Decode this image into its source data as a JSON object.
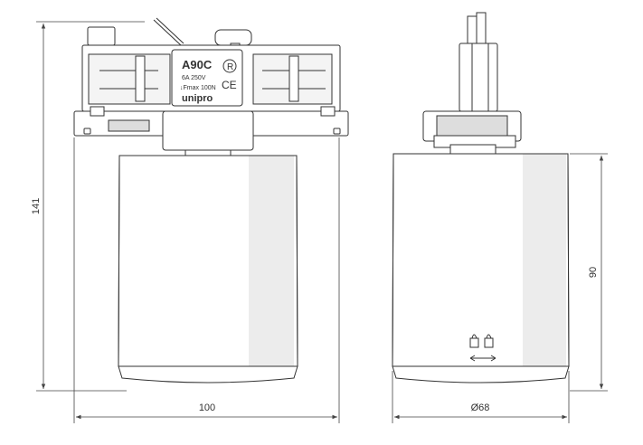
{
  "dimensions": {
    "height_total": "141",
    "width": "100",
    "body_height": "90",
    "diameter": "Ø68"
  },
  "adapter_label": {
    "model": "A90C",
    "rating": "6A 250V",
    "force": "↓Fmax 100N",
    "brand": "unipro",
    "ce_mark": "CE",
    "cert_mark": "R"
  },
  "colors": {
    "line": "#333333",
    "dim_line": "#444444",
    "fill": "#ffffff",
    "shade": "#e8e8e8"
  }
}
